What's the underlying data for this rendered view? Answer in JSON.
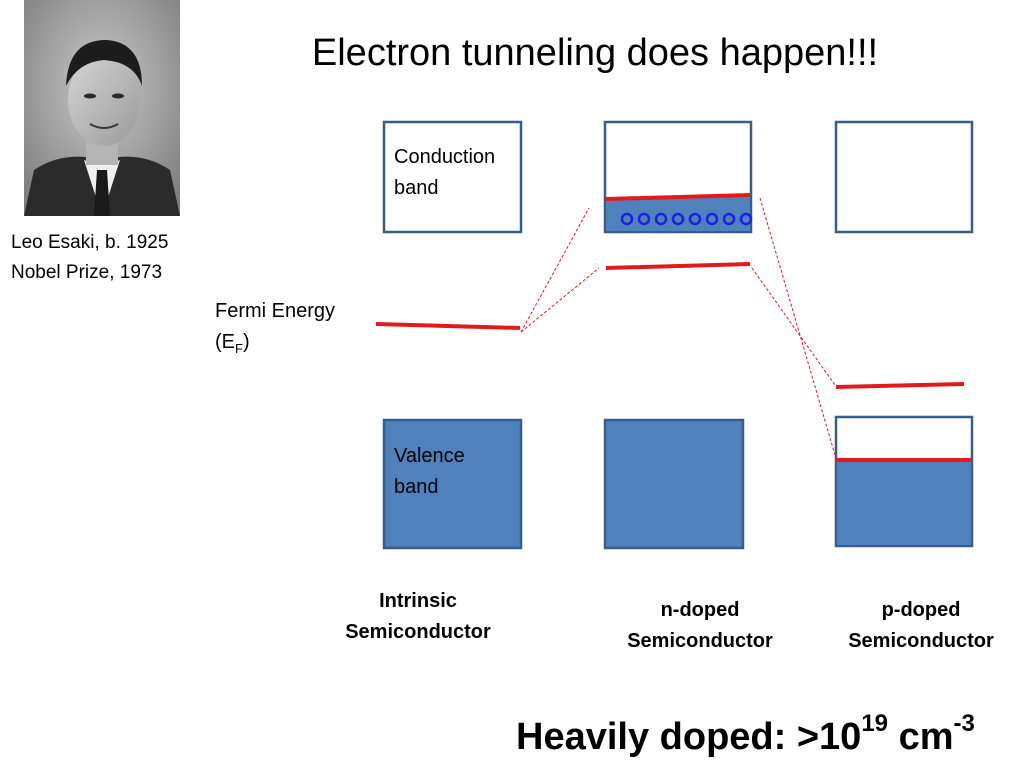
{
  "title": "Electron tunneling does happen!!!",
  "person": {
    "caption_line1": "Leo Esaki, b. 1925",
    "caption_line2": "Nobel Prize, 1973"
  },
  "labels": {
    "conduction_line1": "Conduction",
    "conduction_line2": "band",
    "valence_line1": "Valence",
    "valence_line2": "band",
    "fermi_line1": "Fermi Energy",
    "fermi_base": "(E",
    "fermi_sub": "F",
    "fermi_close": ")"
  },
  "semiconductors": {
    "intrinsic_line1": "Intrinsic",
    "intrinsic_line2": "Semiconductor",
    "n_line1": "n-doped",
    "n_line2": "Semiconductor",
    "p_line1": "p-doped",
    "p_line2": "Semiconductor"
  },
  "heavily": {
    "prefix": "Heavily doped: >10",
    "exp1": "19",
    "mid": " cm",
    "exp2": "-3"
  },
  "colors": {
    "band_fill": "#4f81bd",
    "band_border": "#385d8a",
    "fermi_red": "#e31a1c",
    "electron_blue": "#1f1fe0"
  },
  "electron_count": 8
}
